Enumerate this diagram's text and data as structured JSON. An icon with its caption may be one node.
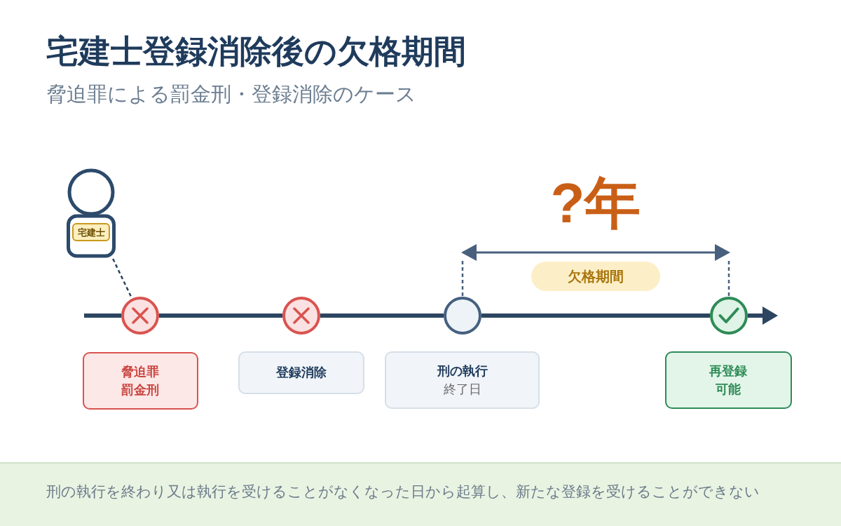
{
  "diagram": {
    "title": "宅建士登録消除後の欠格期間",
    "nodes": [
      {
        "text": [
          "宅建士"
        ]
      },
      {
        "text": [
          "欠格期間"
        ]
      },
      {
        "text": [],
        "shape": "circle"
      },
      {
        "text": [],
        "shape": "circle"
      },
      {
        "text": [],
        "shape": "circle"
      },
      {
        "text": [],
        "shape": "circle"
      },
      {
        "text": [
          "脅迫罪罰金刑"
        ]
      },
      {
        "text": [
          "登録消除"
        ]
      },
      {
        "text": [
          "刑の執行",
          "終了日"
        ]
      },
      {
        "text": [
          "再登録可能"
        ]
      },
      {
        "text": [
          "刑の執行を終わり又は執行を受けることがなくなった日から起算し、新たな登録を受けることができない"
        ]
      }
    ],
    "edges": [
      {
        "from": 0,
        "to": 2,
        "arrow": "none",
        "style": "dashed"
      },
      {
        "from": null,
        "to": 2,
        "arrow": "none"
      },
      {
        "from": 2,
        "to": 3,
        "arrow": "none"
      },
      {
        "from": 3,
        "to": 4,
        "arrow": "none"
      },
      {
        "from": 4,
        "to": 5,
        "arrow": "none"
      },
      {
        "from": 5,
        "to": null,
        "arrow": "to"
      }
    ],
    "labels": [
      "脅迫罪による罰金刑・登録消除のケース",
      "?年"
    ]
  }
}
